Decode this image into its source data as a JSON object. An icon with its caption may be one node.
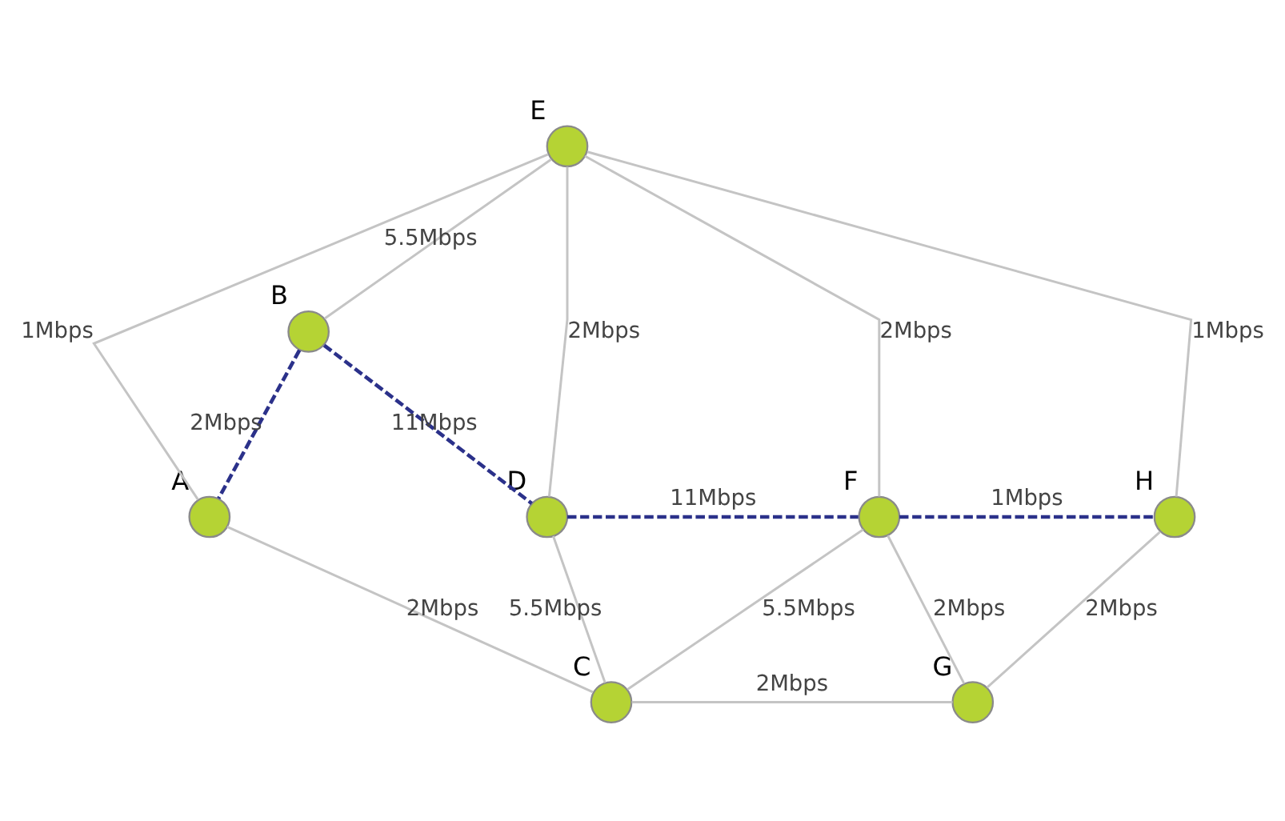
{
  "diagram": {
    "nodes": [
      {
        "text": [],
        "shape": "circle",
        "beside": [
          "E"
        ]
      },
      {
        "text": [],
        "shape": "circle",
        "beside": [
          "A"
        ]
      },
      {
        "text": [],
        "shape": "circle",
        "beside": [
          "B"
        ]
      },
      {
        "text": [],
        "shape": "circle",
        "beside": [
          "H"
        ]
      },
      {
        "text": [],
        "shape": "circle",
        "beside": [
          "D"
        ]
      },
      {
        "text": [],
        "shape": "circle",
        "beside": [
          "F"
        ]
      },
      {
        "text": [],
        "shape": "circle",
        "beside": [
          "C"
        ]
      },
      {
        "text": [],
        "shape": "circle",
        "beside": [
          "G"
        ]
      }
    ],
    "edges": [
      {
        "from": 1,
        "to": 0,
        "arrow": "none",
        "label": "1Mbps"
      },
      {
        "from": 2,
        "to": 0,
        "arrow": "none",
        "label": "5.5Mbps"
      },
      {
        "from": 4,
        "to": 0,
        "arrow": "none",
        "label": "2Mbps"
      },
      {
        "from": 5,
        "to": 0,
        "arrow": "none",
        "label": "2Mbps"
      },
      {
        "from": 0,
        "to": 3,
        "arrow": "none",
        "label": "1Mbps"
      },
      {
        "from": 1,
        "to": 2,
        "arrow": "none",
        "label": "2Mbps",
        "style": "dashed",
        "color": "#2b318a"
      },
      {
        "from": 2,
        "to": 4,
        "arrow": "none",
        "label": "11Mbps",
        "style": "dashed",
        "color": "#2b318a"
      },
      {
        "from": 4,
        "to": 5,
        "arrow": "none",
        "label": "11Mbps",
        "style": "dashed",
        "color": "#2b318a"
      },
      {
        "from": 5,
        "to": 3,
        "arrow": "none",
        "label": "1Mbps",
        "style": "dashed",
        "color": "#2b318a"
      },
      {
        "from": 1,
        "to": 6,
        "arrow": "none",
        "label": "2Mbps"
      },
      {
        "from": 6,
        "to": 4,
        "arrow": "none",
        "label": "5.5Mbps"
      },
      {
        "from": 6,
        "to": 5,
        "arrow": "none",
        "label": "5.5Mbps"
      },
      {
        "from": 5,
        "to": 7,
        "arrow": "none",
        "label": "2Mbps"
      },
      {
        "from": 6,
        "to": 7,
        "arrow": "none",
        "label": "2Mbps"
      },
      {
        "from": 7,
        "to": 3,
        "arrow": "none",
        "label": "2Mbps"
      }
    ]
  }
}
